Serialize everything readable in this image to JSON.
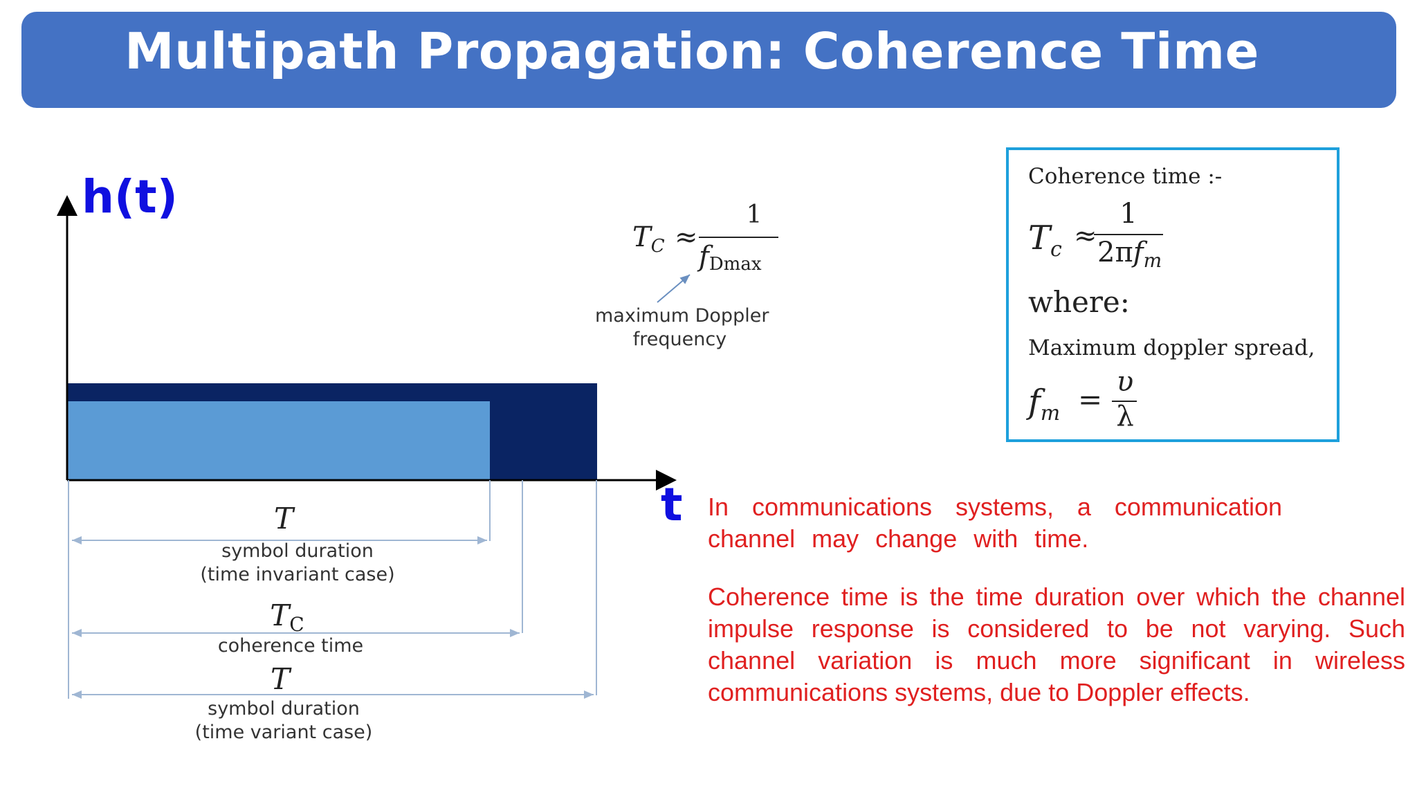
{
  "title": "Multipath Propagation: Coherence Time",
  "diagram": {
    "y_axis_label": "h(t)",
    "x_axis_label": "t",
    "intervals": [
      {
        "symbol": "T",
        "caption_line1": "symbol duration",
        "caption_line2": "(time invariant case)"
      },
      {
        "symbol": "T",
        "symbol_sub": "C",
        "caption_line1": "coherence time"
      },
      {
        "symbol": "T",
        "caption_line1": "symbol duration",
        "caption_line2": "(time variant case)"
      }
    ],
    "colors": {
      "dark_bar": "#0a2463",
      "light_bar": "#5b9bd5",
      "axis": "#000000",
      "dimension_line": "#9fb6d3"
    }
  },
  "formula_doppler": {
    "lhs": "T",
    "lhs_sub": "C",
    "approx": "≈",
    "numerator": "1",
    "denominator": "f",
    "denominator_sub": "Dmax",
    "caption_line1": "maximum Doppler",
    "caption_line2": "frequency"
  },
  "box": {
    "heading": "Coherence time :-",
    "formula": {
      "lhs": "T",
      "lhs_sub": "c",
      "approx": "≈",
      "numerator": "1",
      "denominator_prefix": "2π",
      "denominator": "f",
      "denominator_sub": "m"
    },
    "where": "where:",
    "spread_label": "Maximum doppler spread,",
    "fm_formula": {
      "lhs": "f",
      "lhs_sub": "m",
      "eq": "=",
      "numerator": "υ",
      "denominator": "λ"
    },
    "border_color": "#1ea0dc"
  },
  "text": {
    "paragraph1": "In communications systems, a communication channel may change with time.",
    "paragraph2": "Coherence time is the time duration over which the channel impulse response is considered to be not varying. Such channel variation is much more significant in wireless communications systems, due to Doppler effects.",
    "color": "#e02020"
  },
  "colors": {
    "title_bar": "#4472c4",
    "title_text": "#ffffff",
    "axis_labels": "#1010e0"
  }
}
